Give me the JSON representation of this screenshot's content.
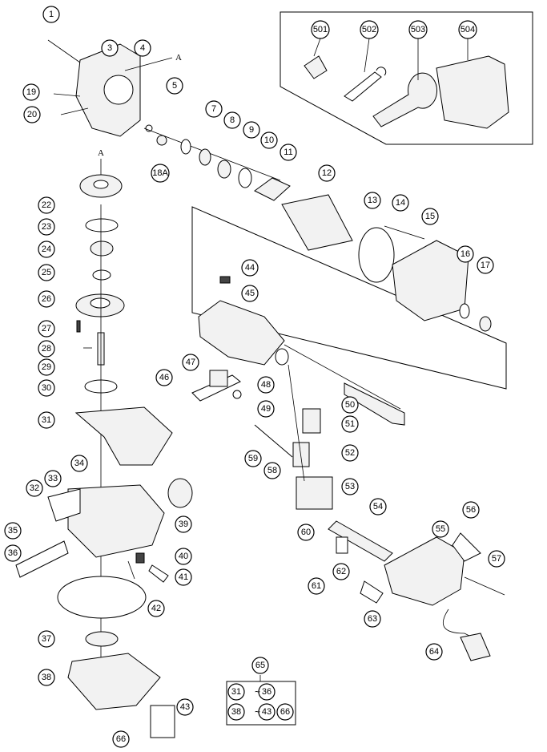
{
  "diagram": {
    "section_marker": "A",
    "parts": [
      {
        "id": "1"
      },
      {
        "id": "3"
      },
      {
        "id": "4"
      },
      {
        "id": "5"
      },
      {
        "id": "7"
      },
      {
        "id": "8"
      },
      {
        "id": "9"
      },
      {
        "id": "10"
      },
      {
        "id": "11"
      },
      {
        "id": "12"
      },
      {
        "id": "13"
      },
      {
        "id": "14"
      },
      {
        "id": "15"
      },
      {
        "id": "16"
      },
      {
        "id": "17"
      },
      {
        "id": "18A"
      },
      {
        "id": "19"
      },
      {
        "id": "20"
      },
      {
        "id": "22"
      },
      {
        "id": "23"
      },
      {
        "id": "24"
      },
      {
        "id": "25"
      },
      {
        "id": "26"
      },
      {
        "id": "27"
      },
      {
        "id": "28"
      },
      {
        "id": "29"
      },
      {
        "id": "30"
      },
      {
        "id": "31"
      },
      {
        "id": "32"
      },
      {
        "id": "33"
      },
      {
        "id": "34"
      },
      {
        "id": "35"
      },
      {
        "id": "36"
      },
      {
        "id": "37"
      },
      {
        "id": "38"
      },
      {
        "id": "39"
      },
      {
        "id": "40"
      },
      {
        "id": "41"
      },
      {
        "id": "42"
      },
      {
        "id": "43"
      },
      {
        "id": "44"
      },
      {
        "id": "45"
      },
      {
        "id": "46"
      },
      {
        "id": "47"
      },
      {
        "id": "48"
      },
      {
        "id": "49"
      },
      {
        "id": "50"
      },
      {
        "id": "51"
      },
      {
        "id": "52"
      },
      {
        "id": "53"
      },
      {
        "id": "54"
      },
      {
        "id": "55"
      },
      {
        "id": "56"
      },
      {
        "id": "57"
      },
      {
        "id": "58"
      },
      {
        "id": "59"
      },
      {
        "id": "60"
      },
      {
        "id": "61"
      },
      {
        "id": "62"
      },
      {
        "id": "63"
      },
      {
        "id": "64"
      },
      {
        "id": "66"
      }
    ],
    "accessories": [
      "501",
      "502",
      "503",
      "504"
    ],
    "kit": {
      "number": "65",
      "row1_from": "31",
      "row1_to": "36",
      "row2_from": "38",
      "row2_to": "43",
      "row2_extra": "66",
      "range_symbol": "~"
    }
  }
}
